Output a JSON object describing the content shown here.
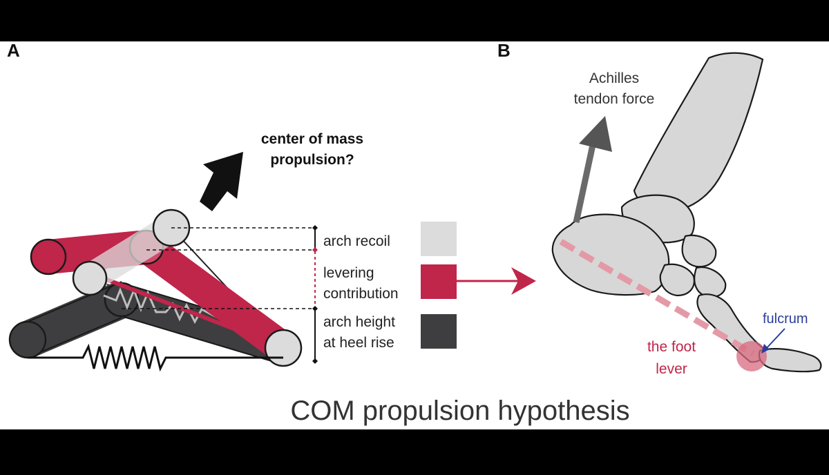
{
  "panels": {
    "a": {
      "letter": "A"
    },
    "b": {
      "letter": "B"
    }
  },
  "panel_a": {
    "arrow_label": [
      "center of mass",
      "propulsion?"
    ],
    "legend": {
      "arch_recoil": "arch recoil",
      "levering": [
        "levering",
        "contribution"
      ],
      "arch_height": [
        "arch height",
        "at heel rise"
      ]
    }
  },
  "panel_b": {
    "force_label": [
      "Achilles",
      "tendon force"
    ],
    "fulcrum": "fulcrum",
    "lever": [
      "the foot",
      "lever"
    ]
  },
  "title": "COM propulsion hypothesis",
  "colors": {
    "crimson": "#c0254a",
    "light_gray": "#dcdcdc",
    "dark_gray": "#3e3e40",
    "bone_gray": "#d7d7d7",
    "fulcrum_blue": "#2a3d9a",
    "lever_pink": "#e39aa6"
  }
}
